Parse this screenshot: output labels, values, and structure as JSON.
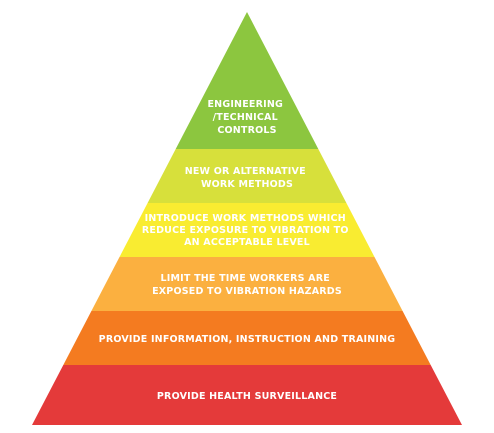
{
  "pyramid": {
    "tiers": [
      {
        "lines": [
          "ENGINEERING",
          "/TECHNICAL",
          "CONTROLS"
        ],
        "color": "#8CC63F"
      },
      {
        "lines": [
          "NEW OR ALTERNATIVE",
          "WORK METHODS"
        ],
        "color": "#D7E03B"
      },
      {
        "lines": [
          "INTRODUCE WORK METHODS WHICH",
          "REDUCE EXPOSURE TO VIBRATION TO",
          "AN ACCEPTABLE LEVEL"
        ],
        "color": "#F9EC31"
      },
      {
        "lines": [
          "LIMIT THE TIME WORKERS ARE",
          "EXPOSED TO VIBRATION HAZARDS"
        ],
        "color": "#FBB040"
      },
      {
        "lines": [
          "PROVIDE INFORMATION, INSTRUCTION AND TRAINING"
        ],
        "color": "#F47B20"
      },
      {
        "lines": [
          "PROVIDE HEALTH SURVEILLANCE"
        ],
        "color": "#E43A3A"
      }
    ]
  }
}
